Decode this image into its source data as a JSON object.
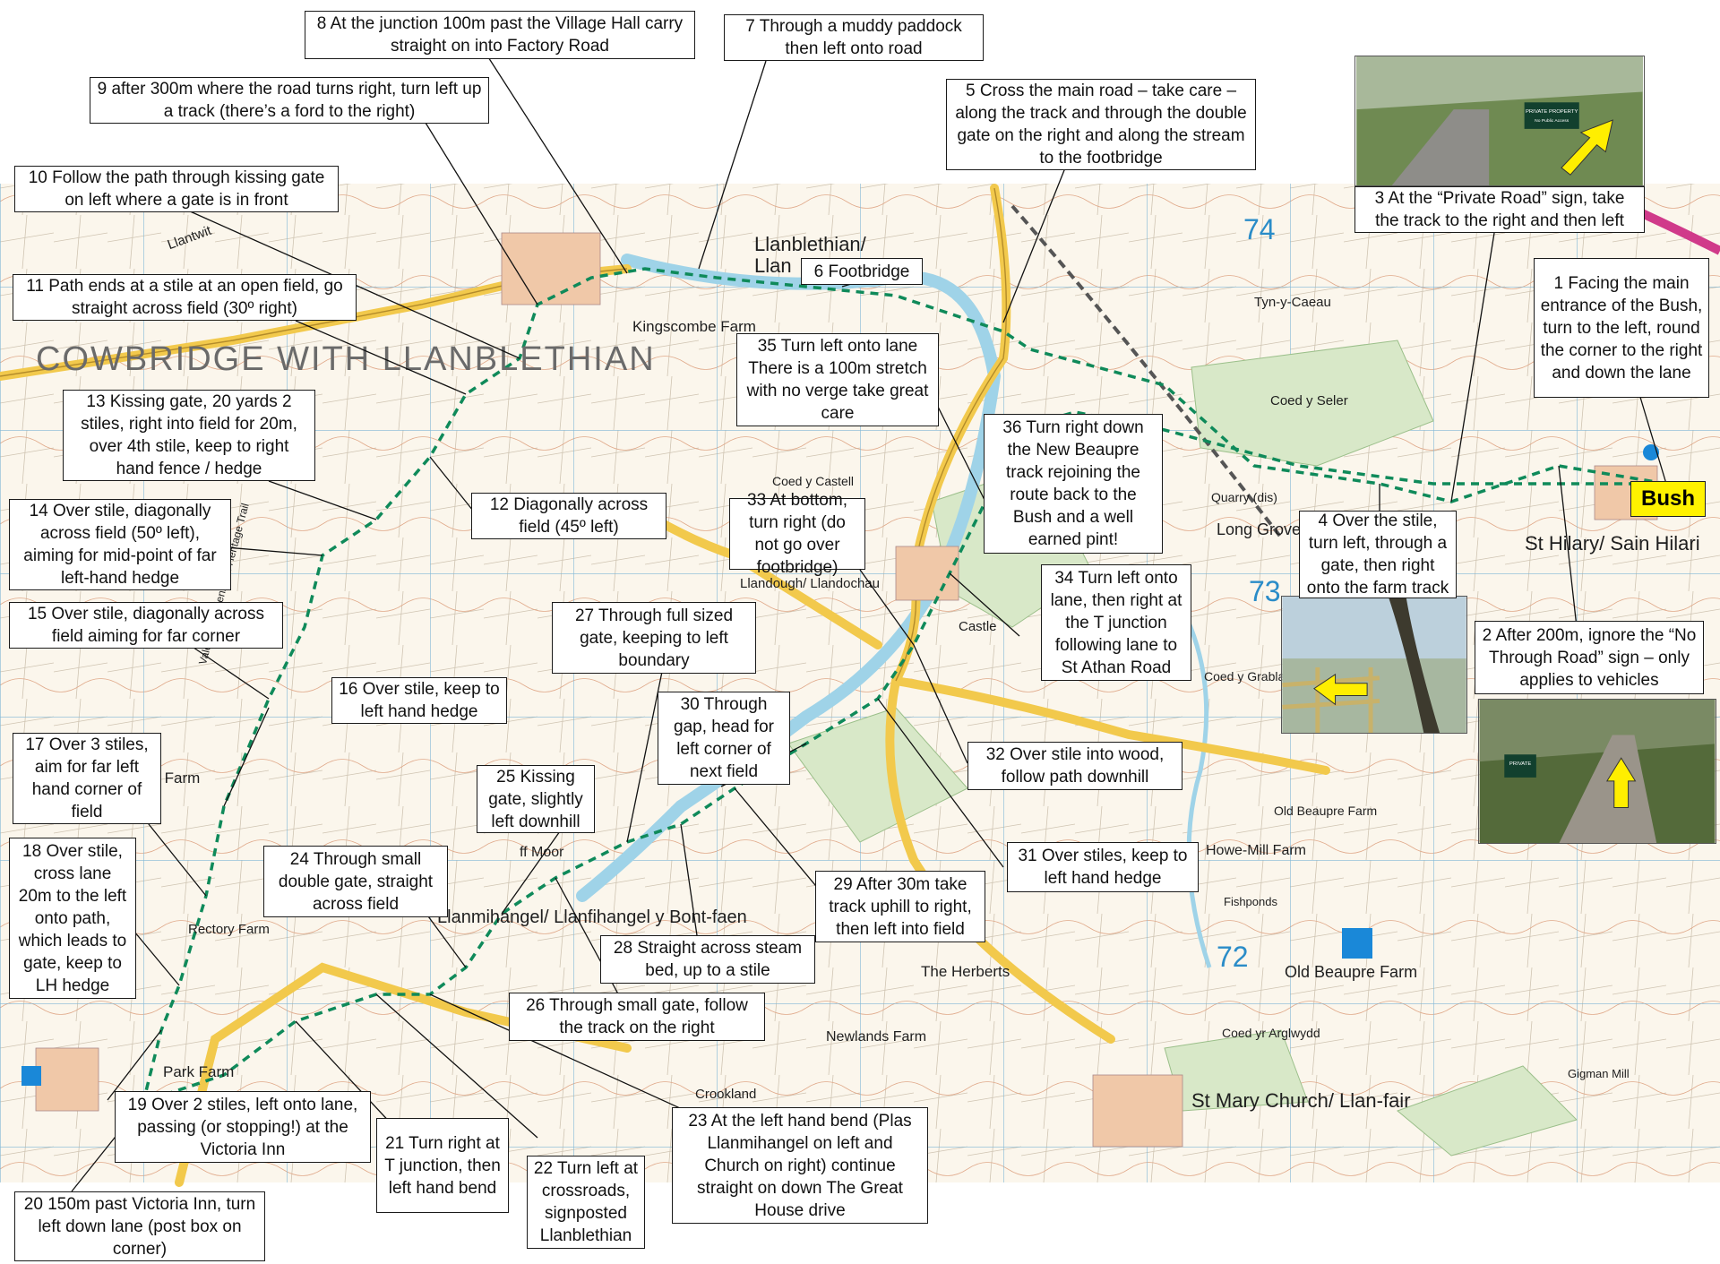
{
  "place_labels": [
    {
      "id": "cowbridge",
      "text": "COWBRIDGE WITH LLANBLETHIAN"
    },
    {
      "id": "llanblethian",
      "text": "Llanblethian/"
    },
    {
      "id": "llan",
      "text": "Llan"
    },
    {
      "id": "kingscombe",
      "text": "Kingscombe Farm"
    },
    {
      "id": "llantwit",
      "text": "Llantwit"
    },
    {
      "id": "tynycaeau",
      "text": "Tyn-y-Caeau"
    },
    {
      "id": "coedyseler",
      "text": "Coed y Seler"
    },
    {
      "id": "quarry",
      "text": "Quarry (dis)"
    },
    {
      "id": "longgrove",
      "text": "Long Grove"
    },
    {
      "id": "coedygrabla",
      "text": "Coed y Grabla"
    },
    {
      "id": "hilary",
      "text": "St Hilary/ Sain Hilari"
    },
    {
      "id": "coedycastell",
      "text": "Coed y Castell"
    },
    {
      "id": "llandough",
      "text": "Llandough/ Llandochau"
    },
    {
      "id": "castle",
      "text": "Castle"
    },
    {
      "id": "oldbeaupre1",
      "text": "Old Beaupre Farm"
    },
    {
      "id": "howemill",
      "text": "Howe-Mill Farm"
    },
    {
      "id": "fishponds",
      "text": "Fishponds"
    },
    {
      "id": "oldbeaupre2",
      "text": "Old Beaupre Farm"
    },
    {
      "id": "theherberts",
      "text": "The Herberts"
    },
    {
      "id": "llanmihangel",
      "text": "Llanmihangel/ Llanfihangel y Bont-faen"
    },
    {
      "id": "fmoor",
      "text": "ff Moor"
    },
    {
      "id": "rectory",
      "text": "Rectory Farm"
    },
    {
      "id": "parkfarm",
      "text": "Park Farm"
    },
    {
      "id": "adfarm",
      "text": "ad Farm"
    },
    {
      "id": "newlands",
      "text": "Newlands Farm"
    },
    {
      "id": "crookland",
      "text": "Crookland"
    },
    {
      "id": "stmary",
      "text": "St Mary Church/ Llan-fair"
    },
    {
      "id": "coedyrarglwydd",
      "text": "Coed yr Arglwydd"
    },
    {
      "id": "gigmanmill",
      "text": "Gigman Mill"
    },
    {
      "id": "valeways",
      "text": "Valeways Millennium Heritage Trail"
    },
    {
      "id": "grid74",
      "text": "74"
    },
    {
      "id": "grid73",
      "text": "73"
    },
    {
      "id": "grid72",
      "text": "72"
    }
  ],
  "callouts": [
    {
      "id": "c1",
      "text": "1 Facing the main entrance of the Bush, turn to the left, round the corner to the right and down the lane"
    },
    {
      "id": "c2",
      "text": "2 After 200m, ignore the “No Through Road” sign – only applies to vehicles"
    },
    {
      "id": "c3",
      "text": "3 At the “Private Road” sign, take the track to the right and then left"
    },
    {
      "id": "c4",
      "text": "4 Over the stile, turn left, through a gate, then right onto the farm track"
    },
    {
      "id": "c5",
      "text": "5 Cross the main road – take care – along the track and through the double gate on the right and along the stream to the footbridge"
    },
    {
      "id": "c6",
      "text": "6 Footbridge"
    },
    {
      "id": "c7",
      "text": "7 Through a muddy paddock then left onto road"
    },
    {
      "id": "c8",
      "text": "8 At the junction 100m past the Village Hall carry straight on into Factory Road"
    },
    {
      "id": "c9",
      "text": "9 after 300m where the road turns right, turn left up a track (there’s a ford to the right)"
    },
    {
      "id": "c10",
      "text": "10 Follow the path through kissing gate on left where a gate is in front"
    },
    {
      "id": "c11",
      "text": "11 Path ends at a stile at an open field, go straight across field (30º right)"
    },
    {
      "id": "c12",
      "text": "12 Diagonally across field (45º left)"
    },
    {
      "id": "c13",
      "text": "13 Kissing gate, 20 yards 2 stiles, right into field for 20m, over 4th stile, keep to right hand fence / hedge"
    },
    {
      "id": "c14",
      "text": "14 Over stile, diagonally across field (50º left), aiming for mid-point of far left-hand hedge"
    },
    {
      "id": "c15",
      "text": "15 Over stile, diagonally across field aiming for far corner"
    },
    {
      "id": "c16",
      "text": "16 Over stile, keep to left hand hedge"
    },
    {
      "id": "c17",
      "text": "17 Over 3 stiles, aim for far left hand corner of field"
    },
    {
      "id": "c18",
      "text": "18 Over stile, cross lane 20m to the left onto path, which leads to gate, keep to LH hedge"
    },
    {
      "id": "c19",
      "text": "19 Over 2 stiles, left onto lane, passing (or stopping!) at the Victoria Inn"
    },
    {
      "id": "c20",
      "text": "20 150m past Victoria Inn, turn left down lane (post box on corner)"
    },
    {
      "id": "c21",
      "text": "21 Turn right at T junction, then left hand bend"
    },
    {
      "id": "c22",
      "text": "22 Turn left at crossroads, signposted Llanblethian"
    },
    {
      "id": "c23",
      "text": "23 At the left hand bend (Plas Llanmihangel on left and Church on right) continue straight on down The Great House drive"
    },
    {
      "id": "c24",
      "text": "24 Through small double gate, straight across field"
    },
    {
      "id": "c25",
      "text": "25 Kissing gate, slightly left downhill"
    },
    {
      "id": "c26",
      "text": "26 Through small gate, follow the track on the right"
    },
    {
      "id": "c27",
      "text": "27 Through full sized gate, keeping to left boundary"
    },
    {
      "id": "c28",
      "text": "28 Straight across steam bed, up to a stile"
    },
    {
      "id": "c29",
      "text": "29 After 30m take track uphill to right, then left into field"
    },
    {
      "id": "c30",
      "text": "30 Through gap, head for left corner of next field"
    },
    {
      "id": "c31",
      "text": "31 Over stiles, keep to left hand hedge"
    },
    {
      "id": "c32",
      "text": "32 Over stile into wood, follow path downhill"
    },
    {
      "id": "c33",
      "text": "33 At bottom, turn right (do not go over footbridge)"
    },
    {
      "id": "c34",
      "text": "34 Turn left onto lane, then right at the T junction following lane to St Athan Road"
    },
    {
      "id": "c35",
      "text": "35 Turn left onto lane There is a 100m stretch with no verge take great care"
    },
    {
      "id": "c36",
      "text": "36 Turn right down the New Beaupre track rejoining the route back to the Bush and a well earned pint!"
    }
  ],
  "bush_label": "Bush",
  "photo_private_sign": {
    "line1": "PRIVATE PROPERTY",
    "line2": "No Public Access"
  },
  "photo_private2_sign": "PRIVATE",
  "colors": {
    "map_bg": "#fbf6ec",
    "route": "#0f8a5a",
    "road": "#f2c94c",
    "river": "#9fd3e8",
    "woods": "#d8e8c8",
    "arrow": "#ffee00"
  }
}
